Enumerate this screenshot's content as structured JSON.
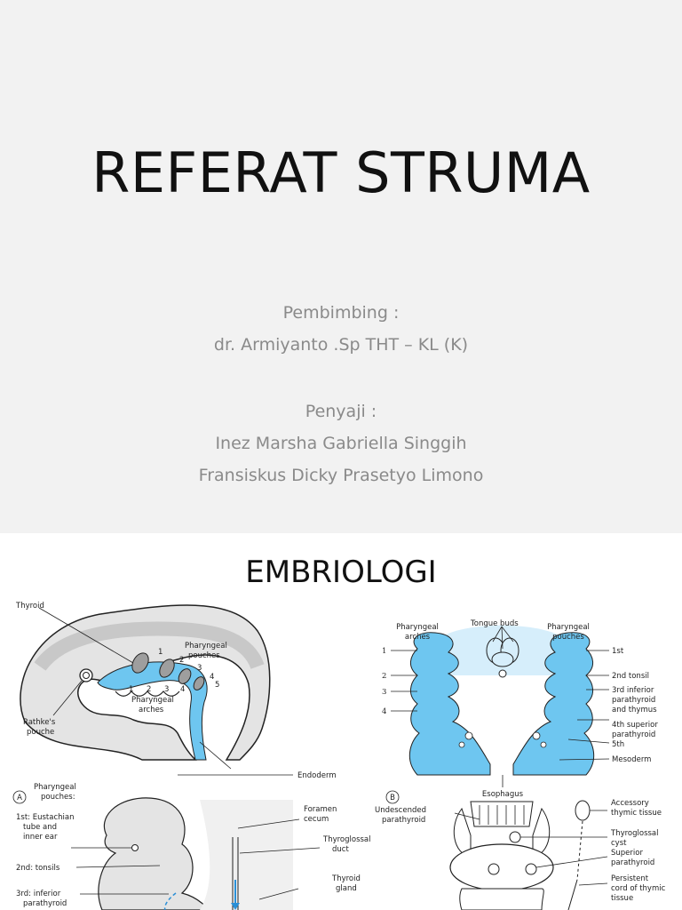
{
  "slide1": {
    "title": "REFERAT STRUMA",
    "supervisor_heading": "Pembimbing :",
    "supervisor_name": "dr. Armiyanto .Sp THT – KL (K)",
    "presenters_heading": "Penyaji :",
    "presenter_1": "Inez Marsha Gabriella Singgih",
    "presenter_2": "Fransiskus Dicky Prasetyo Limono"
  },
  "slide2": {
    "title": "EMBRIOLOGI",
    "figure_a": {
      "panel_label": "A",
      "labels": {
        "thyroid": "Thyroid",
        "pouches_1": "Pharyngeal",
        "pouches_2": "pouches",
        "arches_1": "Pharyngeal",
        "arches_2": "arches",
        "rathke_1": "Rathke's",
        "rathke_2": "pouche",
        "endoderm": "Endoderm"
      },
      "pouch_numbers": [
        "1",
        "2",
        "3",
        "4",
        "5"
      ],
      "arch_numbers": [
        "1",
        "2",
        "3",
        "4"
      ]
    },
    "figure_b": {
      "panel_label": "B",
      "labels": {
        "tongue_buds": "Tongue buds",
        "arches_1": "Pharyngeal",
        "arches_2": "arches",
        "pouches_1": "Pharyngeal",
        "pouches_2": "pouches",
        "esophagus": "Esophagus",
        "mesoderm": "Mesoderm"
      },
      "arch_numbers": [
        "1",
        "2",
        "3",
        "4"
      ],
      "pouch_labels": [
        "1st",
        "2nd tonsil",
        "3rd inferior",
        "parathyroid",
        "and thymus",
        "4th superior",
        "parathyroid",
        "5th"
      ]
    },
    "figure_c": {
      "labels": {
        "pouches_1": "Pharyngeal",
        "pouches_2": "pouches:",
        "first_1": "1st: Eustachian",
        "first_2": "tube and",
        "first_3": "inner ear",
        "second": "2nd: tonsils",
        "third_1": "3rd: inferior",
        "third_2": "parathyroid",
        "foramen_1": "Foramen",
        "foramen_2": "cecum",
        "thyroglossal_1": "Thyroglossal",
        "thyroglossal_2": "duct",
        "thyroid_gland_1": "Thyroid",
        "thyroid_gland_2": "gland"
      }
    },
    "figure_d": {
      "labels": {
        "undescended_1": "Undescended",
        "undescended_2": "parathyroid",
        "accessory_1": "Accessory",
        "accessory_2": "thymic tissue",
        "thyroglossal_cyst_1": "Thyroglossal",
        "thyroglossal_cyst_2": "cyst",
        "superior_1": "Superior",
        "superior_2": "parathyroid",
        "persistent_1": "Persistent",
        "persistent_2": "cord of thymic",
        "persistent_3": "tissue"
      }
    },
    "colors": {
      "blue": "#6ec6f0",
      "gray": "#bdbdbd",
      "dark": "#222222"
    }
  }
}
